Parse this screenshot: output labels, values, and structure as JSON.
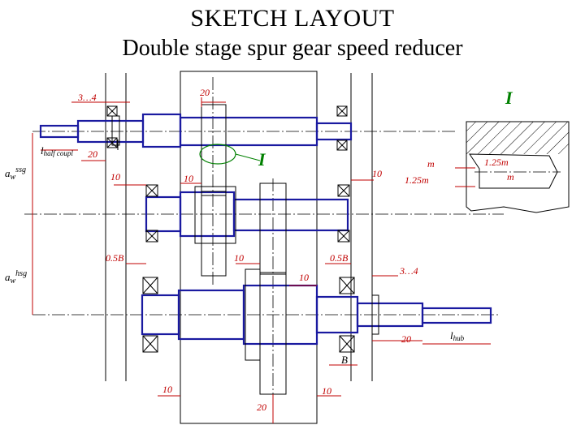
{
  "title": "SKETCH  LAYOUT",
  "subtitle": "Double stage spur gear speed reducer",
  "detail_mark": "I",
  "labels": {
    "d_3_4_top": "3…4",
    "d_20_top": "20",
    "l_half_coupl": "l",
    "l_half_coupl_sub": "half coupl",
    "d_20_left": "20",
    "a_w_ssg": "a",
    "a_w_ssg_sub": "w",
    "a_w_ssg_sup": "ssg",
    "d_10_a": "10",
    "d_10_b": "10",
    "d_10_c": "10",
    "d_m": "m",
    "d_125m_a": "1.25m",
    "d_125m_b": "1.25m",
    "d_m_b": "m",
    "d_05B_left": "0.5B",
    "d_10_mid": "10",
    "d_05B_right": "0.5B",
    "d_10_mid2": "10",
    "a_w_hsg": "a",
    "a_w_hsg_sub": "w",
    "a_w_hsg_sup": "hsg",
    "d_3_4_right": "3…4",
    "d_20_right": "20",
    "l_hub": "l",
    "l_hub_sub": "hub",
    "d_B": "B",
    "d_10_bl": "10",
    "d_10_br": "10",
    "d_20_bottom": "20"
  },
  "colors": {
    "shaft": "#1a1aa0",
    "dimension": "#c00000",
    "detail": "#008000",
    "outline": "#000000"
  }
}
